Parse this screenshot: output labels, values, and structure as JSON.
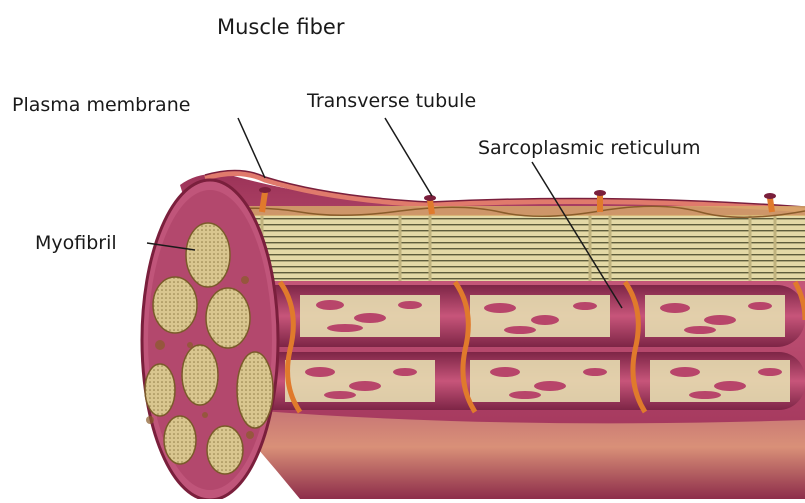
{
  "diagram": {
    "title": "Muscle fiber",
    "labels": {
      "plasma_membrane": "Plasma membrane",
      "transverse_tubule": "Transverse tubule",
      "sarcoplasmic_reticulum": "Sarcoplasmic reticulum",
      "myofibril": "Myofibril"
    }
  },
  "colors": {
    "membrane": "#c2416a",
    "membrane_dark": "#7a1f3c",
    "fiber_body": "#b04468",
    "myofibril_cream": "#e8dca8",
    "myofibril_stripe": "#5c5c3a",
    "tubule_orange": "#e07a2c",
    "background": "#ffffff"
  }
}
